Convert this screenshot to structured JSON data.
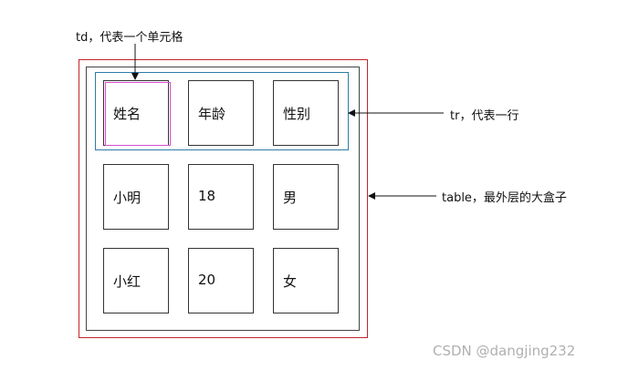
{
  "cells": [
    [
      "姓名",
      "年龄",
      "性别"
    ],
    [
      "小明",
      "18",
      "男"
    ],
    [
      "小红",
      "20",
      "女"
    ]
  ],
  "labels": {
    "td": "td，代表一个单元格",
    "tr": "tr，代表一行",
    "table": "table，最外层的大盒子"
  },
  "watermark": "CSDN @dangjing232",
  "colors": {
    "table_border": "#c0242f",
    "tr_border": "#2d7ca8",
    "td_highlight": "#d84fd0"
  }
}
